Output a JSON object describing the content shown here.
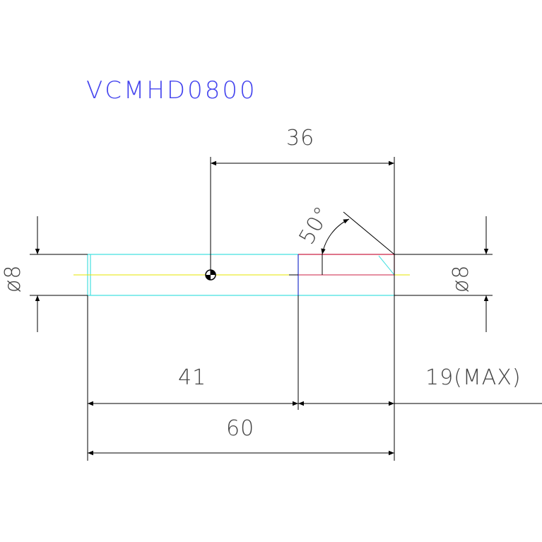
{
  "title": "VCMHD0800",
  "colors": {
    "title": "#4444ee",
    "dimension": "#000000",
    "dimension_text": "#444444",
    "body_outline": "#44e0e0",
    "centerline": "#e6e600",
    "tip_outline": "#cc2244",
    "tip_edge": "#2233cc",
    "center_marker": "#000000"
  },
  "dimensions": {
    "top_length": "36",
    "angle": "50°",
    "diameter_left": "ø8",
    "diameter_right": "ø8",
    "length_41": "41",
    "length_max": "19(MAX)",
    "overall_length": "60"
  },
  "icons": {
    "center_marker": "center-of-gravity-icon"
  }
}
